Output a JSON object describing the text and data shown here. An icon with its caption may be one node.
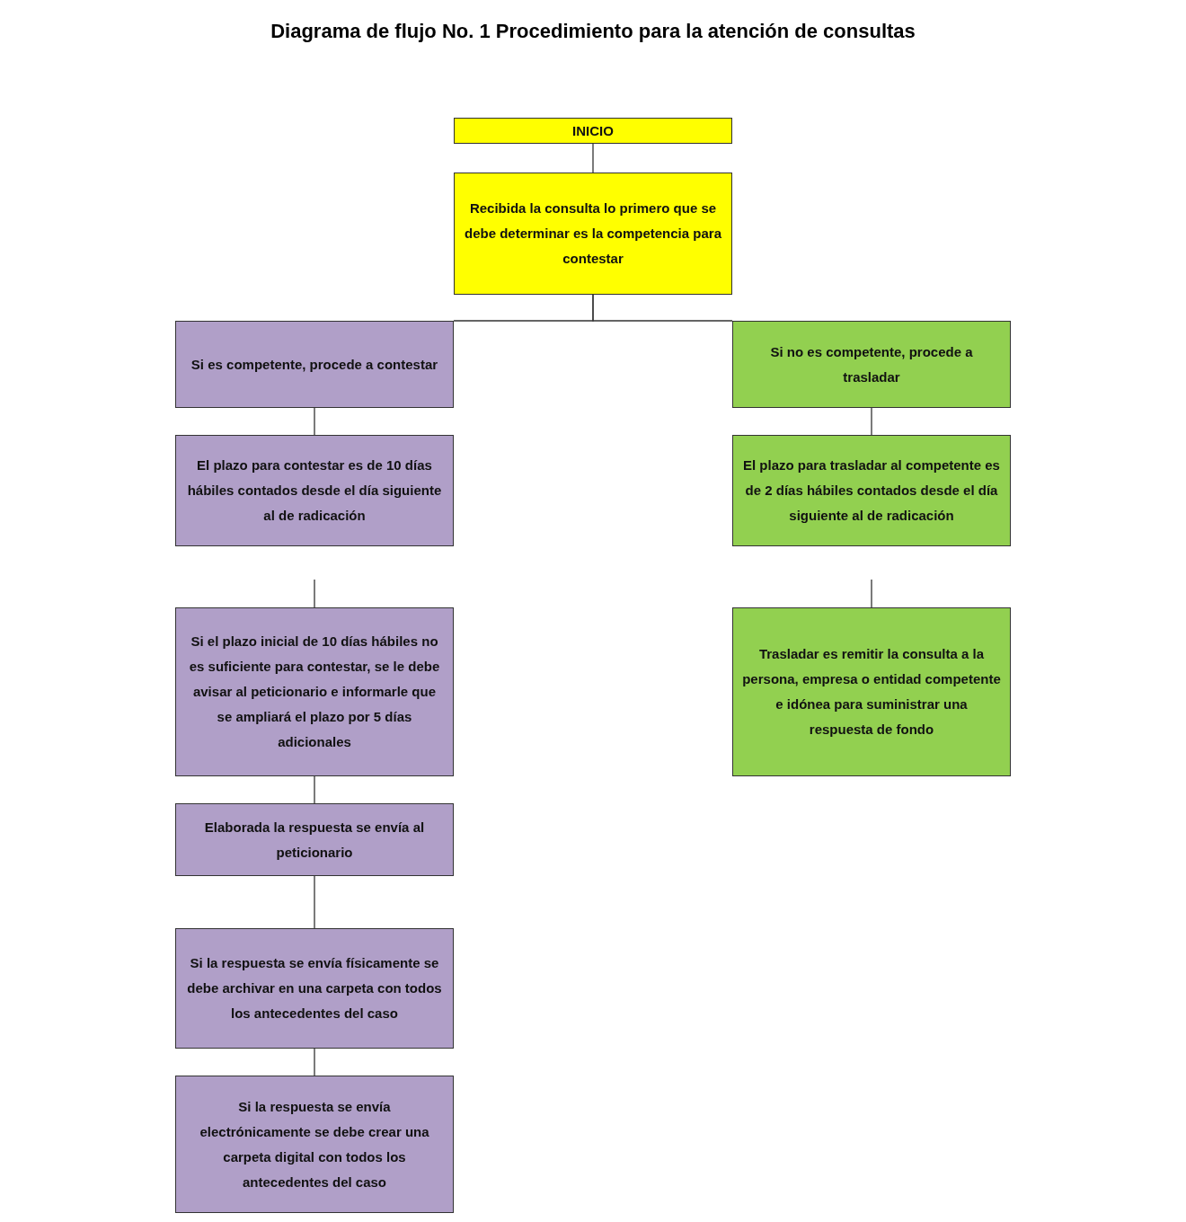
{
  "diagram": {
    "title": "Diagrama de flujo No. 1 Procedimiento para la atención de consultas",
    "nodes": [
      {
        "text": [
          "INICIO"
        ]
      },
      {
        "text": [
          "Recibida la consulta lo primero que se debe determinar es la competencia para contestar"
        ]
      },
      {
        "text": [
          "Si es competente, procede a contestar"
        ]
      },
      {
        "text": [
          "El plazo para contestar es de 10 días hábiles contados desde el día siguiente al de radicación"
        ]
      },
      {
        "text": [
          "Si el plazo inicial de 10 días hábiles no es suficiente para contestar, se le debe avisar al peticionario e informarle que se ampliará el plazo por 5 días adicionales"
        ]
      },
      {
        "text": [
          "Elaborada la respuesta se envía al peticionario"
        ]
      },
      {
        "text": [
          "Si la respuesta se envía físicamente se debe archivar en una carpeta con todos los antecedentes del caso"
        ]
      },
      {
        "text": [
          "Si la respuesta se envía electrónicamente se debe crear una carpeta digital con todos los antecedentes del caso"
        ]
      },
      {
        "text": [
          "Si no es competente, procede a trasladar"
        ]
      },
      {
        "text": [
          "El plazo para trasladar al competente es de 2 días hábiles contados desde el día siguiente al de radicación"
        ]
      },
      {
        "text": [
          "Trasladar es remitir la consulta a la persona, empresa o entidad competente e idónea para suministrar una respuesta de fondo"
        ]
      }
    ],
    "edges": [
      {
        "from": 0,
        "to": 1,
        "arrow": "none"
      },
      {
        "from": 1,
        "to": 2,
        "arrow": "none"
      },
      {
        "from": 1,
        "to": 8,
        "arrow": "none"
      },
      {
        "from": 2,
        "to": 3,
        "arrow": "none"
      },
      {
        "from": null,
        "to": 4,
        "arrow": "none"
      },
      {
        "from": 4,
        "to": 5,
        "arrow": "none"
      },
      {
        "from": 5,
        "to": 6,
        "arrow": "none"
      },
      {
        "from": 6,
        "to": 7,
        "arrow": "none"
      },
      {
        "from": 8,
        "to": 9,
        "arrow": "none"
      },
      {
        "from": null,
        "to": 10,
        "arrow": "none"
      }
    ]
  }
}
